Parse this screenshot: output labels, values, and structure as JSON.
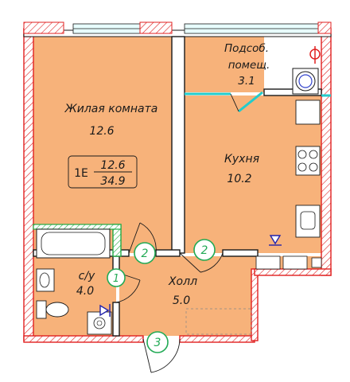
{
  "apartment": {
    "type_code": "1E",
    "living_area": "12.6",
    "total_area": "34.9"
  },
  "rooms": {
    "living": {
      "name": "Жилая комната",
      "area": "12.6"
    },
    "storage": {
      "name_line1": "Подсоб.",
      "name_line2": "помещ.",
      "area": "3.1"
    },
    "kitchen": {
      "name": "Кухня",
      "area": "10.2"
    },
    "bathroom": {
      "name": "с/у",
      "area": "4.0"
    },
    "hall": {
      "name": "Холл",
      "area": "5.0"
    }
  },
  "door_markers": {
    "bath": "1",
    "living": "2",
    "kitchen": "2",
    "entrance": "3"
  },
  "colors": {
    "room_fill": "#f7b27a",
    "wall_red": "#e02020",
    "marker_green": "#22aa55",
    "hatch_green": "#22aa44"
  }
}
